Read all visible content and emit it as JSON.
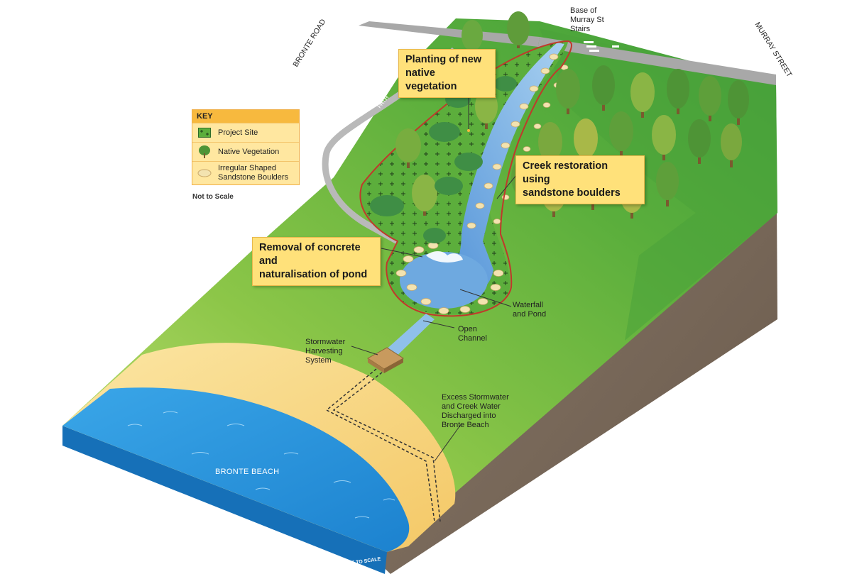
{
  "roads": {
    "bronte_road": "BRONTE ROAD",
    "murray_street": "MURRAY STREET",
    "path": "PATH"
  },
  "stairs_label": [
    "Base of",
    "Murray St",
    "Stairs"
  ],
  "callouts": {
    "planting": [
      "Planting of new",
      "native vegetation"
    ],
    "creek": [
      "Creek restoration using",
      "sandstone boulders"
    ],
    "removal": [
      "Removal of concrete and",
      "naturalisation of pond"
    ]
  },
  "labels": {
    "waterfall": [
      "Waterfall",
      "and Pond"
    ],
    "open_channel": [
      "Open",
      "Channel"
    ],
    "stormwater": [
      "Stormwater",
      "Harvesting",
      "System"
    ],
    "excess": [
      "Excess Stormwater",
      "and Creek Water",
      "Discharged into",
      "Bronte Beach"
    ],
    "beach": "BRONTE BEACH",
    "not_to_scale_corner": "NOT TO SCALE"
  },
  "legend": {
    "title": "KEY",
    "items": [
      {
        "icon": "project-site-icon",
        "label": "Project Site"
      },
      {
        "icon": "tree-icon",
        "label": "Native Vegetation"
      },
      {
        "icon": "boulder-icon",
        "label": "Irregular Shaped Sandstone Boulders"
      }
    ],
    "note": "Not to Scale"
  },
  "colors": {
    "grass_light": "#a8d24e",
    "grass_dark": "#3f9e3a",
    "sand": "#f7d57c",
    "ocean": "#2a9ae0",
    "creek": "#7fb6e6",
    "boundary": "#c0392b",
    "callout": "#ffe17a"
  }
}
